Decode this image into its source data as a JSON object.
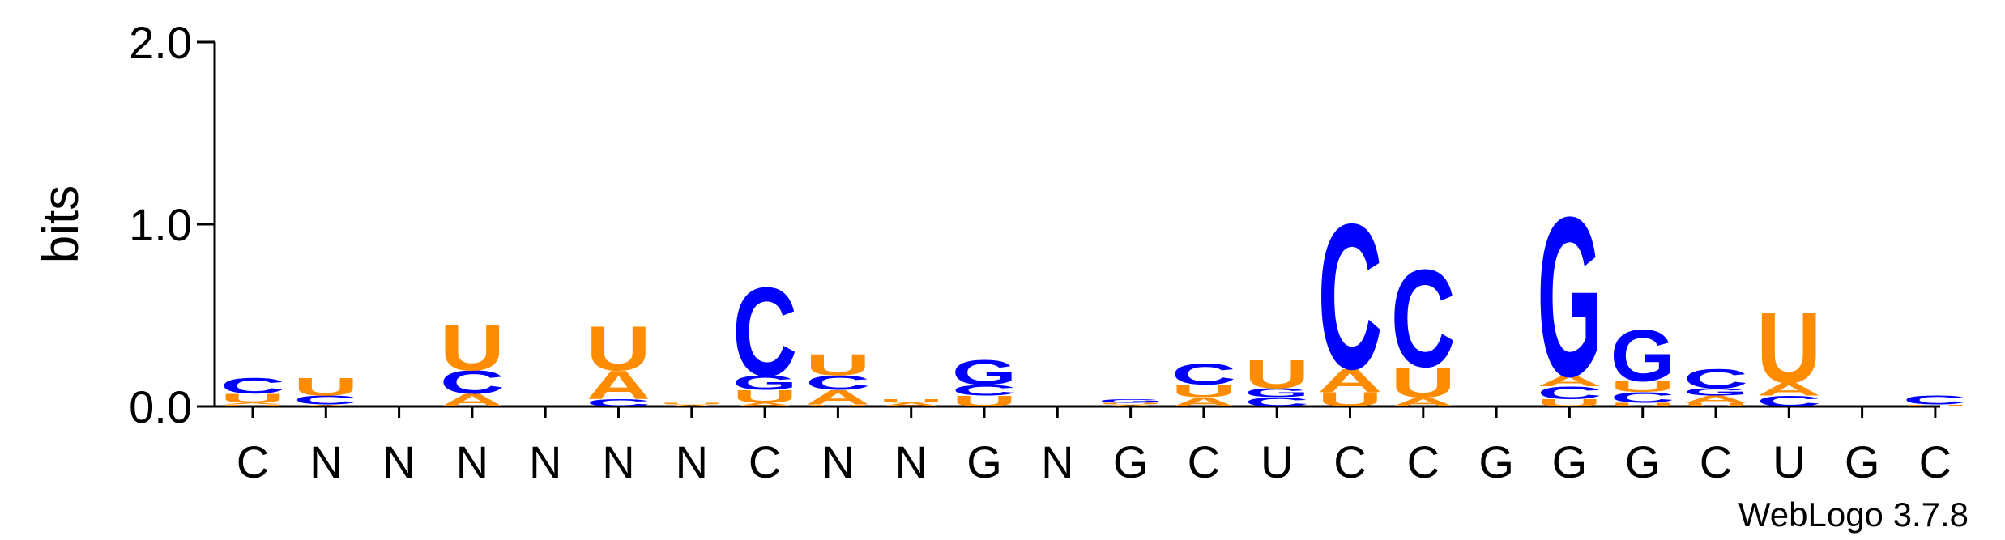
{
  "chart_data": {
    "type": "sequence-logo",
    "ylabel": "bits",
    "ylim": [
      0,
      2.0
    ],
    "yticks": [
      {
        "value": 0.0,
        "label": "0.0"
      },
      {
        "value": 1.0,
        "label": "1.0"
      },
      {
        "value": 2.0,
        "label": "2.0"
      }
    ],
    "footer": "WebLogo 3.7.8",
    "colors": {
      "C": "#0000ff",
      "G": "#0000ff",
      "A": "#ff8c00",
      "U": "#ff8c00"
    },
    "positions": [
      {
        "label": "C",
        "stack": [
          [
            "U",
            0.01
          ],
          [
            "A",
            0.01
          ],
          [
            "U",
            0.05
          ],
          [
            "C",
            0.09
          ]
        ]
      },
      {
        "label": "N",
        "stack": [
          [
            "A",
            0.01
          ],
          [
            "C",
            0.05
          ],
          [
            "U",
            0.1
          ]
        ]
      },
      {
        "label": "N",
        "stack": []
      },
      {
        "label": "N",
        "stack": [
          [
            "A",
            0.07
          ],
          [
            "C",
            0.13
          ],
          [
            "U",
            0.26
          ]
        ]
      },
      {
        "label": "N",
        "stack": []
      },
      {
        "label": "N",
        "stack": [
          [
            "C",
            0.04
          ],
          [
            "A",
            0.16
          ],
          [
            "U",
            0.25
          ]
        ]
      },
      {
        "label": "N",
        "stack": [
          [
            "A",
            0.01
          ],
          [
            "U",
            0.01
          ]
        ]
      },
      {
        "label": "C",
        "stack": [
          [
            "A",
            0.02
          ],
          [
            "U",
            0.07
          ],
          [
            "G",
            0.08
          ],
          [
            "C",
            0.5
          ]
        ]
      },
      {
        "label": "N",
        "stack": [
          [
            "U",
            0.01
          ],
          [
            "A",
            0.08
          ],
          [
            "C",
            0.08
          ],
          [
            "U",
            0.12
          ]
        ]
      },
      {
        "label": "N",
        "stack": [
          [
            "A",
            0.02
          ],
          [
            "U",
            0.02
          ]
        ]
      },
      {
        "label": "G",
        "stack": [
          [
            "U",
            0.06
          ],
          [
            "C",
            0.06
          ],
          [
            "G",
            0.14
          ]
        ]
      },
      {
        "label": "N",
        "stack": []
      },
      {
        "label": "G",
        "stack": [
          [
            "A",
            0.01
          ],
          [
            "U",
            0.01
          ],
          [
            "G",
            0.02
          ]
        ]
      },
      {
        "label": "C",
        "stack": [
          [
            "A",
            0.05
          ],
          [
            "U",
            0.07
          ],
          [
            "C",
            0.12
          ]
        ]
      },
      {
        "label": "U",
        "stack": [
          [
            "C",
            0.05
          ],
          [
            "G",
            0.05
          ],
          [
            "U",
            0.16
          ]
        ]
      },
      {
        "label": "C",
        "stack": [
          [
            "U",
            0.08
          ],
          [
            "A",
            0.13
          ],
          [
            "C",
            0.82
          ]
        ]
      },
      {
        "label": "C",
        "stack": [
          [
            "A",
            0.05
          ],
          [
            "U",
            0.17
          ],
          [
            "C",
            0.55
          ]
        ]
      },
      {
        "label": "G",
        "stack": []
      },
      {
        "label": "G",
        "stack": [
          [
            "U",
            0.04
          ],
          [
            "C",
            0.07
          ],
          [
            "A",
            0.06
          ],
          [
            "G",
            0.9
          ]
        ]
      },
      {
        "label": "G",
        "stack": [
          [
            "U",
            0.02
          ],
          [
            "C",
            0.06
          ],
          [
            "U",
            0.06
          ],
          [
            "G",
            0.29
          ]
        ]
      },
      {
        "label": "C",
        "stack": [
          [
            "U",
            0.02
          ],
          [
            "A",
            0.04
          ],
          [
            "G",
            0.04
          ],
          [
            "C",
            0.11
          ]
        ]
      },
      {
        "label": "U",
        "stack": [
          [
            "C",
            0.06
          ],
          [
            "A",
            0.07
          ],
          [
            "U",
            0.4
          ]
        ]
      },
      {
        "label": "G",
        "stack": []
      },
      {
        "label": "C",
        "stack": [
          [
            "U",
            0.01
          ],
          [
            "C",
            0.05
          ]
        ]
      }
    ]
  }
}
